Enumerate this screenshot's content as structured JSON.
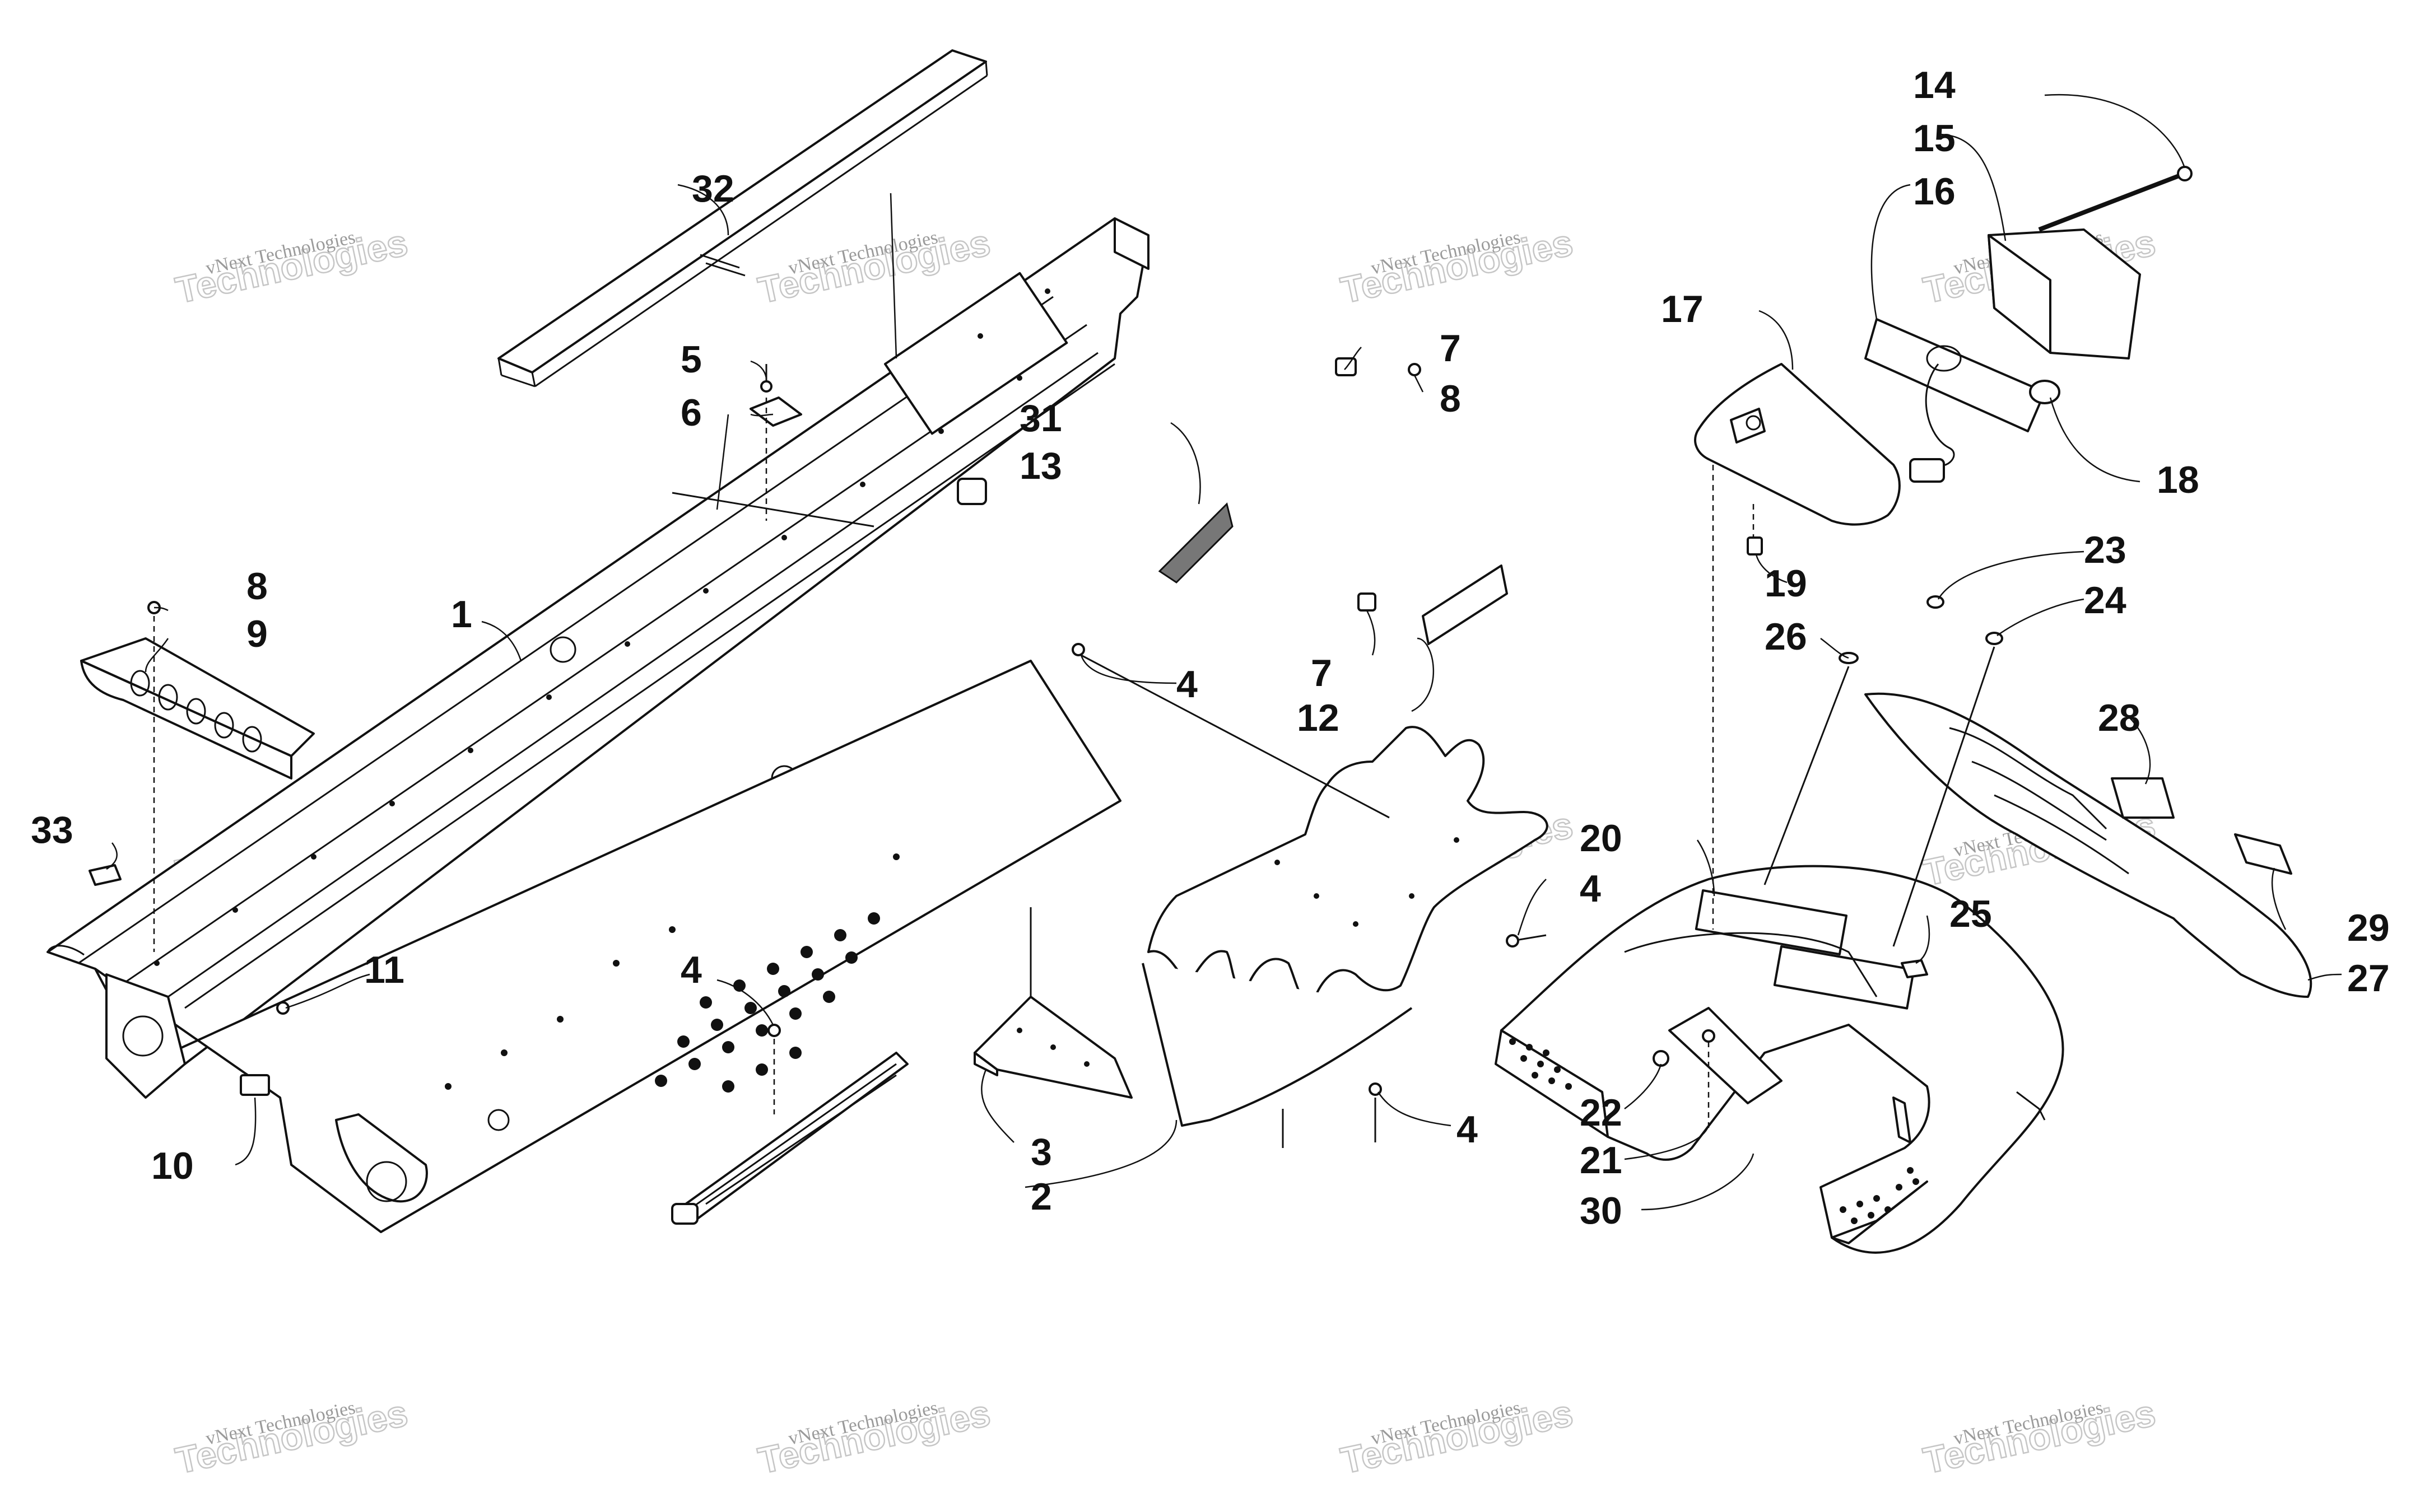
{
  "watermark": {
    "line1": "vNext Technologies",
    "line2": "Technologies",
    "repeat_count": 12
  },
  "callouts": [
    {
      "id": "c1",
      "text": "1"
    },
    {
      "id": "c2",
      "text": "2"
    },
    {
      "id": "c3",
      "text": "3"
    },
    {
      "id": "c4a",
      "text": "4"
    },
    {
      "id": "c4b",
      "text": "4"
    },
    {
      "id": "c4c",
      "text": "4"
    },
    {
      "id": "c4d",
      "text": "4"
    },
    {
      "id": "c5",
      "text": "5"
    },
    {
      "id": "c6",
      "text": "6"
    },
    {
      "id": "c7a",
      "text": "7"
    },
    {
      "id": "c7b",
      "text": "7"
    },
    {
      "id": "c8a",
      "text": "8"
    },
    {
      "id": "c8b",
      "text": "8"
    },
    {
      "id": "c9",
      "text": "9"
    },
    {
      "id": "c10",
      "text": "10"
    },
    {
      "id": "c11",
      "text": "11"
    },
    {
      "id": "c12",
      "text": "12"
    },
    {
      "id": "c13",
      "text": "13"
    },
    {
      "id": "c14",
      "text": "14"
    },
    {
      "id": "c15",
      "text": "15"
    },
    {
      "id": "c16",
      "text": "16"
    },
    {
      "id": "c17",
      "text": "17"
    },
    {
      "id": "c18",
      "text": "18"
    },
    {
      "id": "c19",
      "text": "19"
    },
    {
      "id": "c20",
      "text": "20"
    },
    {
      "id": "c21",
      "text": "21"
    },
    {
      "id": "c22",
      "text": "22"
    },
    {
      "id": "c23",
      "text": "23"
    },
    {
      "id": "c24",
      "text": "24"
    },
    {
      "id": "c25",
      "text": "25"
    },
    {
      "id": "c26",
      "text": "26"
    },
    {
      "id": "c27",
      "text": "27"
    },
    {
      "id": "c28",
      "text": "28"
    },
    {
      "id": "c29",
      "text": "29"
    },
    {
      "id": "c30",
      "text": "30"
    },
    {
      "id": "c31",
      "text": "31"
    },
    {
      "id": "c32",
      "text": "32"
    },
    {
      "id": "c33",
      "text": "33"
    }
  ]
}
